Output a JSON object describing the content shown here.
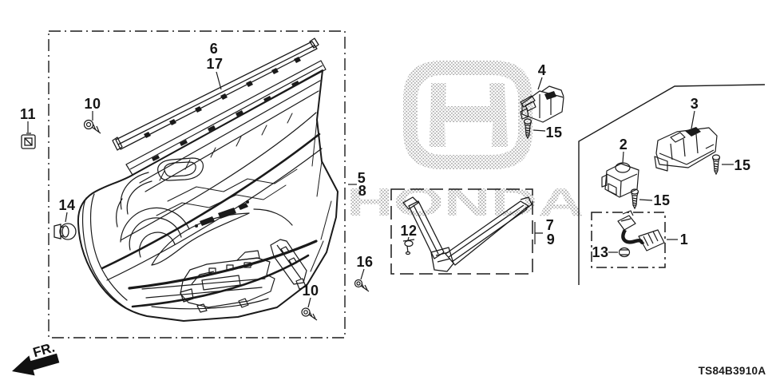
{
  "diagram": {
    "code": "TS84B3910A",
    "front_label": "FR.",
    "watermark_text": "HONDA",
    "colors": {
      "line": "#1a1a1a",
      "background": "#ffffff",
      "watermark_dots": "#8f8f8f"
    },
    "callouts": [
      {
        "part": "6",
        "text": "6"
      },
      {
        "part": "17",
        "text": "17"
      },
      {
        "part": "10",
        "text": "10"
      },
      {
        "part": "11",
        "text": "11"
      },
      {
        "part": "14",
        "text": "14"
      },
      {
        "part": "5",
        "text": "5"
      },
      {
        "part": "8",
        "text": "8"
      },
      {
        "part": "16",
        "text": "16"
      },
      {
        "part": "10",
        "text": "10"
      },
      {
        "part": "12",
        "text": "12"
      },
      {
        "part": "7",
        "text": "7"
      },
      {
        "part": "9",
        "text": "9"
      },
      {
        "part": "4",
        "text": "4"
      },
      {
        "part": "15",
        "text": "15"
      },
      {
        "part": "2",
        "text": "2"
      },
      {
        "part": "3",
        "text": "3"
      },
      {
        "part": "15",
        "text": "15"
      },
      {
        "part": "15",
        "text": "15"
      },
      {
        "part": "1",
        "text": "1"
      },
      {
        "part": "13",
        "text": "13"
      }
    ]
  }
}
